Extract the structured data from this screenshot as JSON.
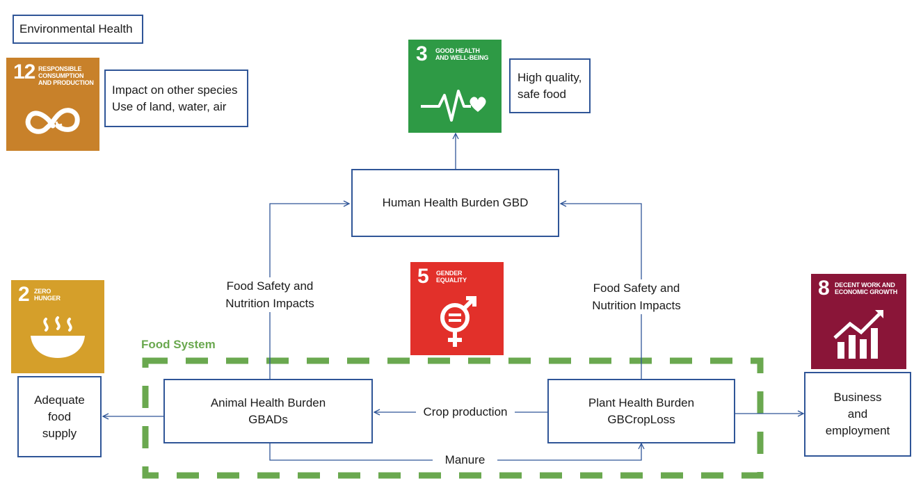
{
  "environmental_health": "Environmental Health",
  "sdg12": {
    "number": "12",
    "title": "RESPONSIBLE\nCONSUMPTION\nAND PRODUCTION",
    "color": "#c8812a",
    "icon": "infinity-loop-icon"
  },
  "env_impact": {
    "line1": "Impact on other species",
    "line2": "Use of land, water, air"
  },
  "sdg3": {
    "number": "3",
    "title": "GOOD HEALTH\nAND WELL-BEING",
    "color": "#2e9a45",
    "icon": "heartbeat-icon"
  },
  "quality_food": {
    "line1": "High quality,",
    "line2": "safe food"
  },
  "human_health": "Human Health Burden GBD",
  "food_safety_left": {
    "line1": "Food Safety and",
    "line2": "Nutrition Impacts"
  },
  "food_safety_right": {
    "line1": "Food Safety and",
    "line2": "Nutrition Impacts"
  },
  "sdg5": {
    "number": "5",
    "title": "GENDER\nEQUALITY",
    "color": "#e2302a",
    "icon": "gender-symbol-icon"
  },
  "sdg2": {
    "number": "2",
    "title": "ZERO\nHUNGER",
    "color": "#d59f2a",
    "icon": "bowl-icon"
  },
  "sdg8": {
    "number": "8",
    "title": "DECENT WORK AND\nECONOMIC GROWTH",
    "color": "#8a1538",
    "icon": "growth-chart-icon"
  },
  "food_system": "Food System",
  "food_system_color": "#6aa84f",
  "adequate_food": {
    "line1": "Adequate",
    "line2": "food",
    "line3": "supply"
  },
  "animal_health": {
    "line1": "Animal Health Burden",
    "line2": "GBADs"
  },
  "crop_production": "Crop production",
  "plant_health": {
    "line1": "Plant Health Burden",
    "line2": "GBCropLoss"
  },
  "manure": "Manure",
  "business": {
    "line1": "Business",
    "line2": "and",
    "line3": "employment"
  },
  "line_color": "#2f5597"
}
